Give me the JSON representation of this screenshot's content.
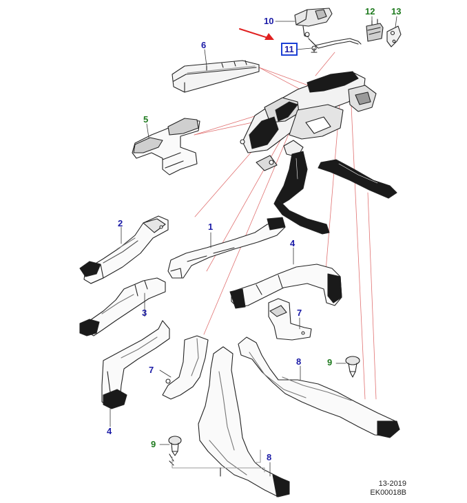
{
  "callouts": {
    "p1": "1",
    "p2": "2",
    "p3": "3",
    "p4_upper": "4",
    "p4_lower": "4",
    "p5": "5",
    "p6": "6",
    "p7_left": "7",
    "p7_right": "7",
    "p8_right": "8",
    "p8_lower": "8",
    "p9_right": "9",
    "p9_left": "9",
    "p10": "10",
    "p11": "11",
    "p12": "12",
    "p13": "13"
  },
  "footer": {
    "date": "13-2019",
    "code": "EK00018B"
  },
  "colors": {
    "callout_blue": "#1a1aa6",
    "callout_green": "#1e7a1e",
    "highlight_box": "#1a3fd6",
    "pointer_arrow": "#e02020",
    "leader_lines": "#e06060"
  },
  "icons": {
    "pointer": "red-arrow-icon"
  }
}
